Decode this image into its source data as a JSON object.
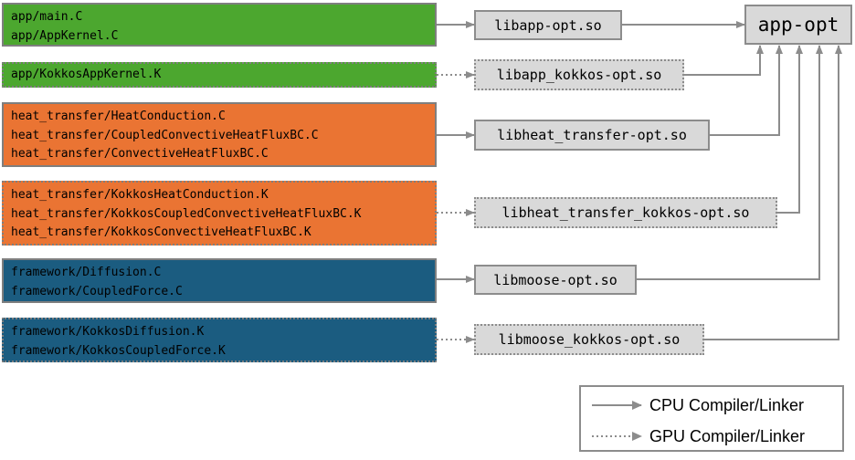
{
  "sources": {
    "app": [
      "app/main.C",
      "app/AppKernel.C"
    ],
    "app_kokkos": [
      "app/KokkosAppKernel.K"
    ],
    "heat": [
      "heat_transfer/HeatConduction.C",
      "heat_transfer/CoupledConvectiveHeatFluxBC.C",
      "heat_transfer/ConvectiveHeatFluxBC.C"
    ],
    "heat_kokkos": [
      "heat_transfer/KokkosHeatConduction.K",
      "heat_transfer/KokkosCoupledConvectiveHeatFluxBC.K",
      "heat_transfer/KokkosConvectiveHeatFluxBC.K"
    ],
    "framework": [
      "framework/Diffusion.C",
      "framework/CoupledForce.C"
    ],
    "framework_kokkos": [
      "framework/KokkosDiffusion.K",
      "framework/KokkosCoupledForce.K"
    ]
  },
  "libraries": {
    "libapp": "libapp-opt.so",
    "libapp_kokkos": "libapp_kokkos-opt.so",
    "libheat": "libheat_transfer-opt.so",
    "libheat_kokkos": "libheat_transfer_kokkos-opt.so",
    "libmoose": "libmoose-opt.so",
    "libmoose_kokkos": "libmoose_kokkos-opt.so"
  },
  "executable": "app-opt",
  "legend": {
    "cpu": "CPU Compiler/Linker",
    "gpu": "GPU Compiler/Linker"
  },
  "colors": {
    "app": "#4ca72f",
    "heat_transfer": "#ea7433",
    "framework": "#1b5c80",
    "library_box": "#d9d9d9",
    "arrow": "#8c8c8c"
  }
}
